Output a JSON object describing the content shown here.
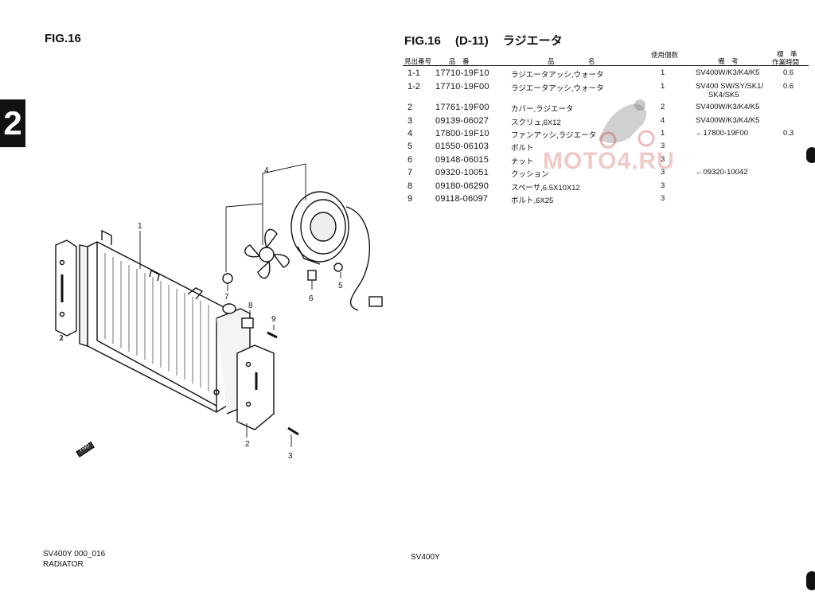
{
  "left_title": "FIG.16",
  "section_tab": "2",
  "right_title": {
    "fig": "FIG.16",
    "code": "(D-11)",
    "name": "ラジエータ"
  },
  "header": {
    "ref": "見出番号",
    "part": "品　番",
    "desc": "品　　　　　名",
    "qty": "使用個数",
    "remarks": "備　考",
    "time_top": "標　準",
    "time_bottom": "作業時間"
  },
  "rows": [
    {
      "ref": "1-1",
      "part": "17710-19F10",
      "desc": "ラジエータアッシ,ウォータ",
      "qty": "1",
      "remarks": "SV400W/K3/K4/K5",
      "time": "0.6"
    },
    {
      "ref": "1-2",
      "part": "17710-19F00",
      "desc": "ラジエータアッシ,ウォータ",
      "qty": "1",
      "remarks": "SV400 SW/SY/SK1/",
      "remarks2": "SK4/SK5",
      "time": "0.6"
    },
    {
      "ref": "2",
      "part": "17761-19F00",
      "desc": "カバー,ラジエータ",
      "qty": "2",
      "remarks": "SV400W/K3/K4/K5",
      "time": ""
    },
    {
      "ref": "3",
      "part": "09139-06027",
      "desc": "スクリュ,6X12",
      "qty": "4",
      "remarks": "SV400W/K3/K4/K5",
      "time": ""
    },
    {
      "ref": "4",
      "part": "17800-19F10",
      "desc": "ファンアッシ,ラジエータ",
      "qty": "1",
      "remarks": "←17800-19F00",
      "time": "0.3"
    },
    {
      "ref": "5",
      "part": "01550-06103",
      "desc": "ボルト",
      "qty": "3",
      "remarks": "",
      "time": ""
    },
    {
      "ref": "6",
      "part": "09148-06015",
      "desc": "ナット",
      "qty": "3",
      "remarks": "",
      "time": ""
    },
    {
      "ref": "7",
      "part": "09320-10051",
      "desc": "クッション",
      "qty": "3",
      "remarks": "←09320-10042",
      "time": ""
    },
    {
      "ref": "8",
      "part": "09180-06290",
      "desc": "スペーサ,6.5X10X12",
      "qty": "3",
      "remarks": "",
      "time": ""
    },
    {
      "ref": "9",
      "part": "09118-06097",
      "desc": "ボルト,6X25",
      "qty": "3",
      "remarks": "",
      "time": ""
    }
  ],
  "watermark": "MOTO4.RU",
  "diagram_labels": {
    "l1": "1",
    "l2a": "2",
    "l2b": "2",
    "l3": "3",
    "l4": "4",
    "l5": "5",
    "l6": "6",
    "l7": "7",
    "l8": "8",
    "l9": "9",
    "fwd": "FWD"
  },
  "bottom_left": {
    "line1": "SV400Y 000_016",
    "line2": "RADIATOR"
  },
  "bottom_mid": "SV400Y"
}
